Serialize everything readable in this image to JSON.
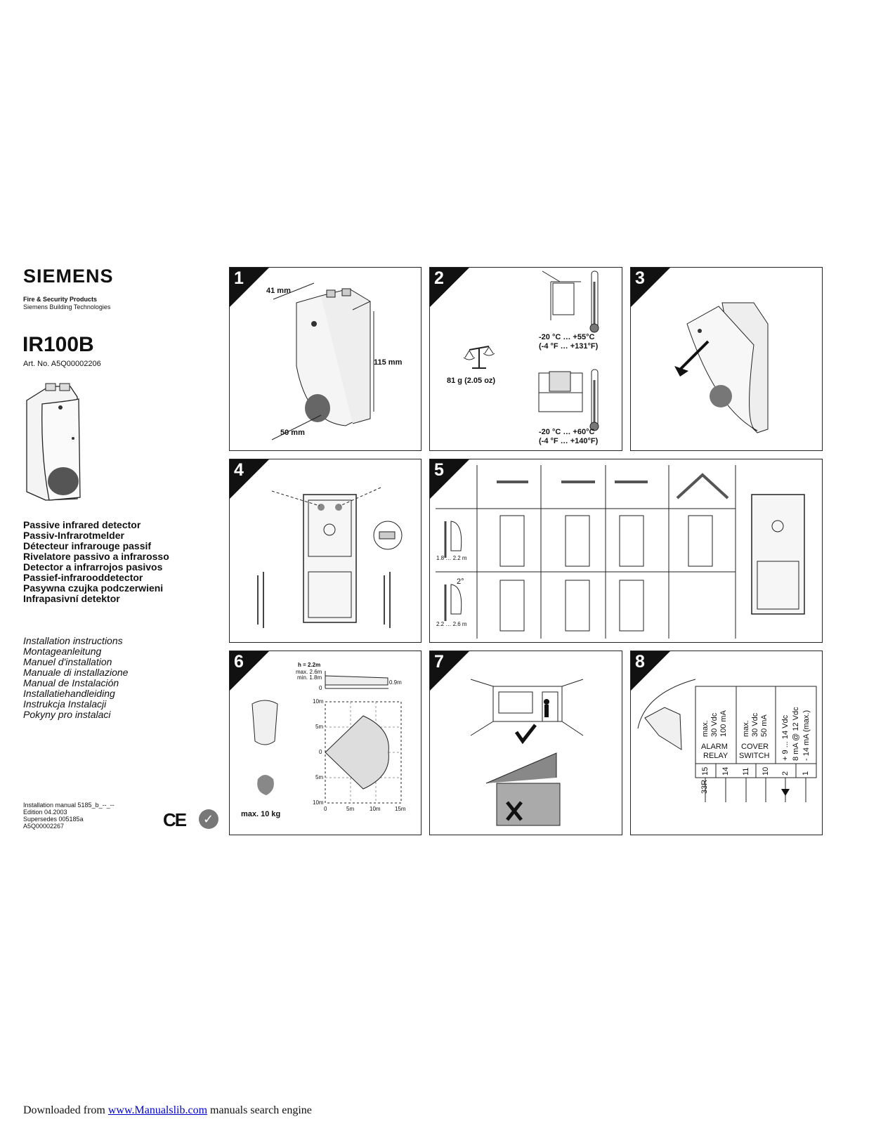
{
  "header": {
    "brand": "SIEMENS",
    "company_line1": "Fire & Security Products",
    "company_line2": "Siemens Building Technologies",
    "model": "IR100B",
    "art_no": "Art. No. A5Q00002206"
  },
  "titles": [
    "Passive infrared detector",
    "Passiv-Infrarotmelder",
    "Détecteur infrarouge passif",
    "Rivelatore passivo a infrarosso",
    "Detector a infrarrojos pasivos",
    "Passief-infrarooddetector",
    "Pasywna czujka podczerwieni",
    "Infrapasivní detektor"
  ],
  "manuals": [
    "Installation instructions",
    "Montageanleitung",
    "Manuel d'installation",
    "Manuale di installazione",
    "Manual de Instalación",
    "Installatiehandleiding",
    "Instrukcja Instalacji",
    "Pokyny pro instalaci"
  ],
  "edition": [
    "Installation  manual   5185_b_--_--",
    "Edition 04.2003",
    "Supersedes 005185a",
    "A5Q00002267"
  ],
  "marks": {
    "ce": "CE",
    "ctick": "✓"
  },
  "panels": {
    "p1": {
      "num": "1",
      "width": "41 mm",
      "height": "115 mm",
      "depth": "50 mm"
    },
    "p2": {
      "num": "2",
      "weight": "81 g (2.05 oz)",
      "op_temp_c": "-20 °C … +55°C",
      "op_temp_f": "(-4 °F … +131°F)",
      "st_temp_c": "-20 °C … +60°C",
      "st_temp_f": "(-4 °F … +140°F)"
    },
    "p3": {
      "num": "3"
    },
    "p4": {
      "num": "4"
    },
    "p5": {
      "num": "5",
      "range1": "1.8 … 2.2 m",
      "angle": "2°",
      "range2": "2.2 … 2.6 m"
    },
    "p6": {
      "num": "6",
      "h": "h = 2.2m",
      "hmax": "max. 2.6m",
      "hmin": "min. 1.8m",
      "mount": "0.9m",
      "zero": "0",
      "y_ticks": [
        "10m",
        "5m",
        "0",
        "5m",
        "10m"
      ],
      "x_ticks": [
        "0",
        "5m",
        "10m",
        "15m"
      ],
      "pet": "max. 10 kg"
    },
    "p7": {
      "num": "7"
    },
    "p8": {
      "num": "8",
      "col1": [
        "max.",
        "30 Vdc",
        "100 mA"
      ],
      "col1_name": [
        "ALARM",
        "RELAY"
      ],
      "col2": [
        "max.",
        "30 Vdc",
        "50 mA"
      ],
      "col2_name": [
        "COVER",
        "SWITCH"
      ],
      "col3": [
        "+ 9 ... 14 Vdc",
        "8 mA @ 12 Vdc",
        "- 14 mA (max.)"
      ],
      "terminals": [
        "15",
        "14",
        "11",
        "10",
        "2",
        "1"
      ],
      "resistor": "33R"
    }
  },
  "footer": {
    "prefix": "Downloaded from ",
    "link": "www.Manualslib.com",
    "suffix": " manuals search engine"
  }
}
